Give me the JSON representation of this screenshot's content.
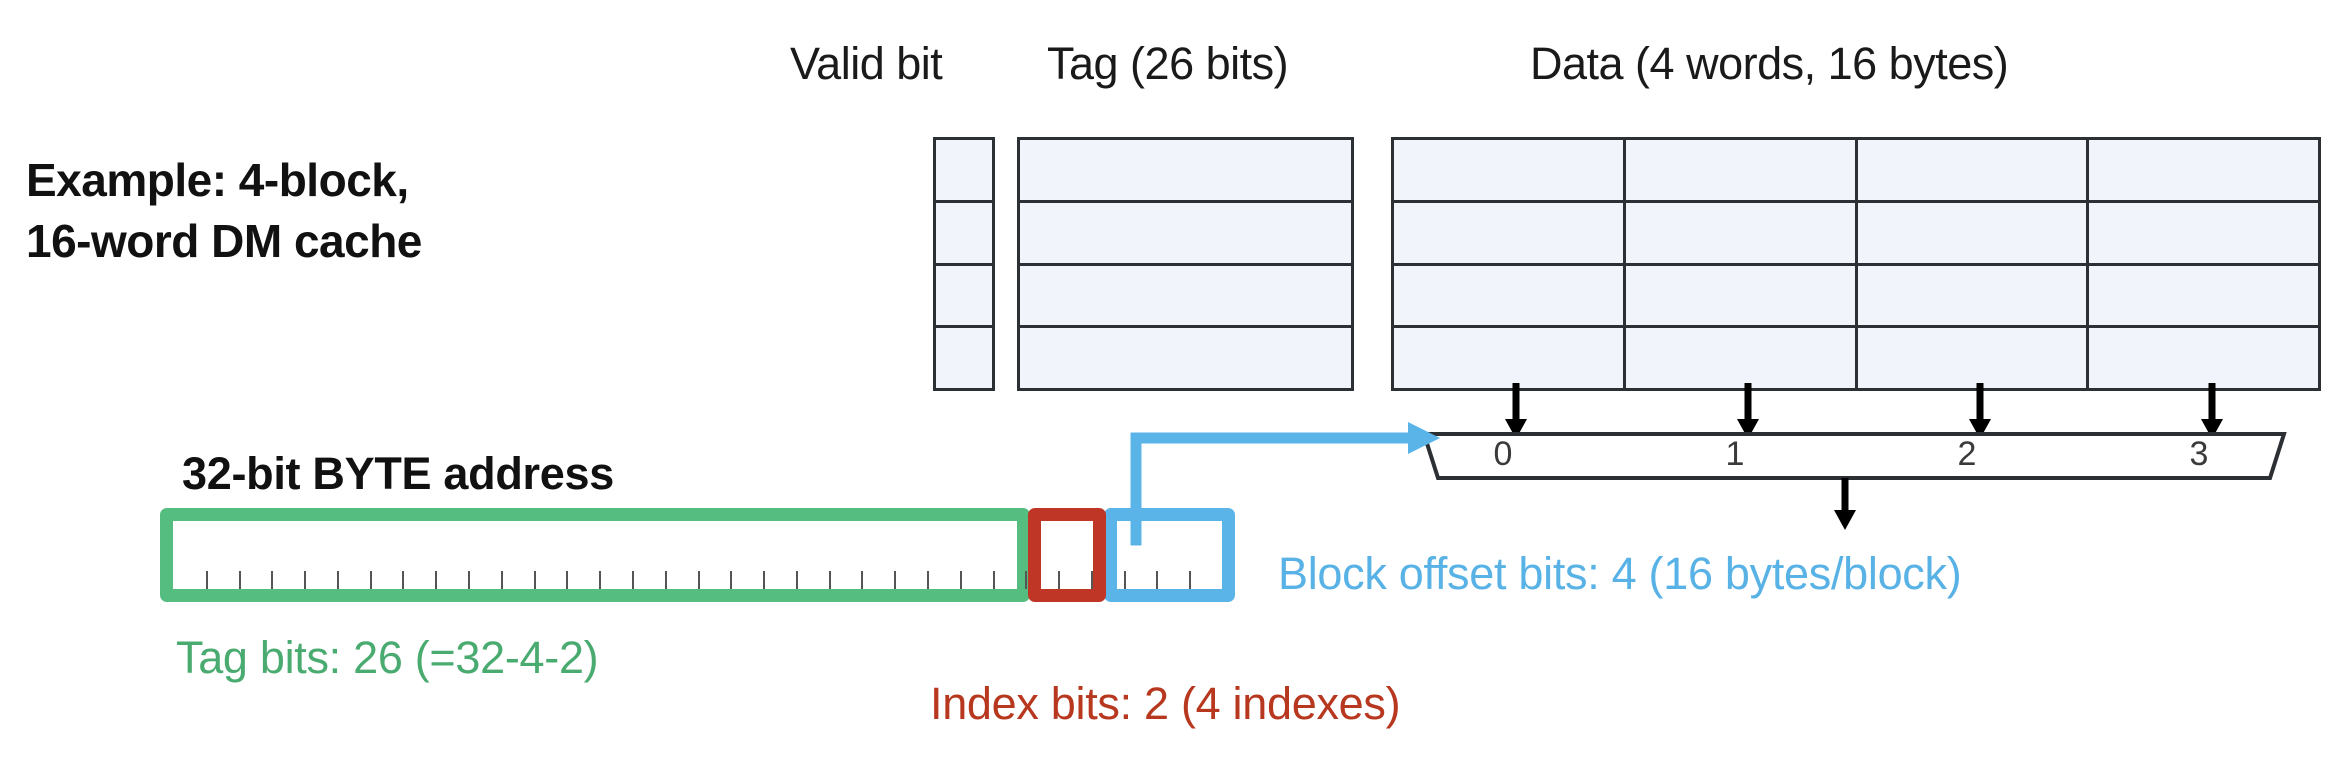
{
  "example": {
    "title": "Example: 4-block,\n16-word DM cache"
  },
  "headers": {
    "valid": "Valid bit",
    "tag": "Tag (26 bits)",
    "data": "Data (4 words, 16 bytes)"
  },
  "cache": {
    "rows": 4,
    "valid_cells": [
      "",
      "",
      "",
      ""
    ],
    "tag_cells": [
      "",
      "",
      "",
      ""
    ],
    "data_cells": [
      [
        "",
        "",
        "",
        ""
      ],
      [
        "",
        "",
        "",
        ""
      ],
      [
        "",
        "",
        "",
        ""
      ],
      [
        "",
        "",
        "",
        ""
      ]
    ]
  },
  "mux": {
    "labels": [
      "0",
      "1",
      "2",
      "3"
    ]
  },
  "address": {
    "title": "32-bit BYTE address",
    "total_bits": 32,
    "fields": [
      {
        "name": "tag",
        "bits": 26,
        "color": "#54bd7f"
      },
      {
        "name": "index",
        "bits": 2,
        "color": "#bf3626"
      },
      {
        "name": "block_offset",
        "bits": 4,
        "color": "#5ab4e8"
      }
    ]
  },
  "captions": {
    "tag": "Tag bits: 26 (=32-4-2)",
    "index": "Index bits: 2 (4 indexes)",
    "offset": "Block offset bits: 4 (16 bytes/block)"
  },
  "colors": {
    "tag_green": "#4aab70",
    "index_red": "#b7371f",
    "offset_blue": "#58b2e6",
    "cell_fill": "#f1f5fb",
    "line_dark": "#2c2f33"
  }
}
